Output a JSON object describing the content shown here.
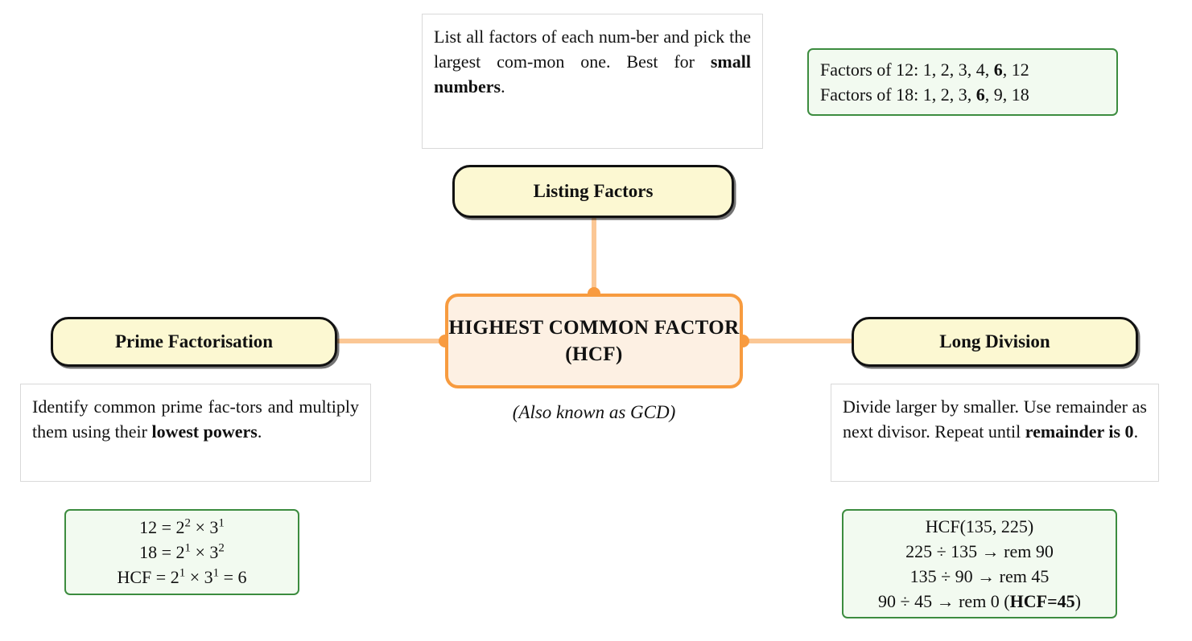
{
  "diagram": {
    "type": "mind-map",
    "central": {
      "title": "HIGHEST COMMON FACTOR (HCF)",
      "caption": "(Also known as GCD)",
      "fill": "#FDF0E3",
      "border": "#F79B3F"
    },
    "connector": {
      "line_color": "#FBC795",
      "dot_color": "#F89B40"
    },
    "branch_style": {
      "fill": "#FCF8D2",
      "border": "#111111"
    },
    "example_style": {
      "fill": "#F2FAF0",
      "border": "#3C8C3F"
    },
    "branches": [
      {
        "id": "listing-factors",
        "label": "Listing Factors",
        "position": "top",
        "description_plain": "List all factors of each number and pick the largest common one. Best for small numbers.",
        "description_html": "List all factors of each num-<wbr>ber and pick the largest com-<wbr>mon one. Best for <b>small numbers</b>.",
        "example_lines": [
          "Factors of 12: 1, 2, 3, 4, <b>6</b>, 12",
          "Factors of 18: 1, 2, 3, <b>6</b>, 9, 18"
        ]
      },
      {
        "id": "prime-factorisation",
        "label": "Prime Factorisation",
        "position": "left",
        "description_plain": "Identify common prime factors and multiply them using their lowest powers.",
        "description_html": "Identify common prime fac-<wbr>tors and multiply them using their <b>lowest powers</b>.",
        "example_lines": [
          "12 = 2<sup>2</sup> &times; 3<sup>1</sup>",
          "18 = 2<sup>1</sup> &times; 3<sup>2</sup>",
          "HCF = 2<sup>1</sup> &times; 3<sup>1</sup> = 6"
        ]
      },
      {
        "id": "long-division",
        "label": "Long Division",
        "position": "right",
        "description_plain": "Divide larger by smaller. Use remainder as next divisor. Repeat until remainder is 0.",
        "description_html": "Divide larger by smaller. Use remainder as next divisor. Repeat until <b>remainder is 0</b>.",
        "example_lines": [
          "HCF(135, 225)",
          "225 &divide; 135 &rarr; rem 90",
          "135 &divide; 90 &rarr; rem 45",
          "90 &divide; 45 &rarr; rem 0 (<b>HCF=45</b>)"
        ]
      }
    ]
  }
}
